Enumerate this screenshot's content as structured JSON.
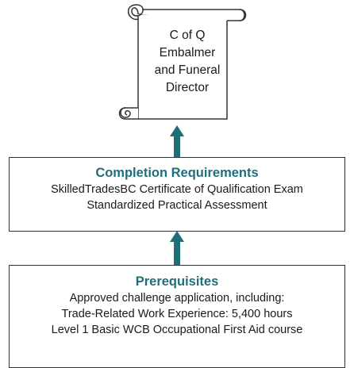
{
  "colors": {
    "accent": "#1f6f7a",
    "arrow": "#1f6f7a",
    "border": "#333333"
  },
  "scroll": {
    "icon": "scroll-certificate",
    "lines": [
      "C of Q",
      "Embalmer",
      "and Funeral",
      "Director"
    ]
  },
  "completion": {
    "title": "Completion Requirements",
    "lines": [
      "SkilledTradesBC Certificate of Qualification Exam",
      "Standardized Practical Assessment"
    ]
  },
  "prerequisites": {
    "title": "Prerequisites",
    "lines": [
      "Approved challenge application, including:",
      "Trade-Related Work Experience: 5,400 hours",
      "Level 1 Basic WCB Occupational First Aid course"
    ]
  }
}
